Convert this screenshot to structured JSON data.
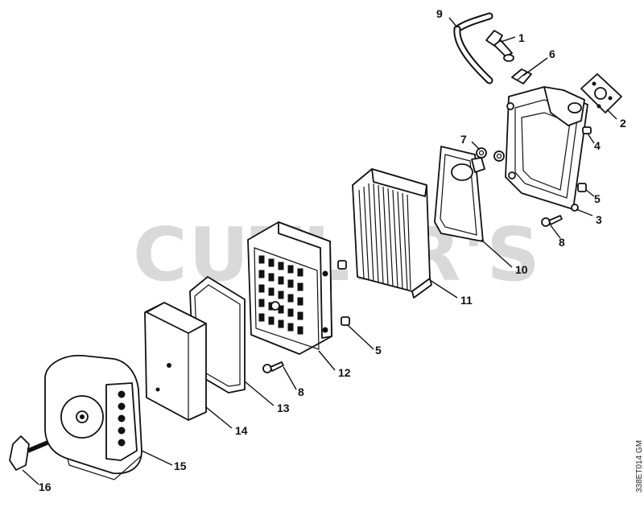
{
  "watermark": "CUTLER'S",
  "drawing_code": "338ET014 GM",
  "callouts": [
    {
      "id": "1",
      "label": "1"
    },
    {
      "id": "2",
      "label": "2"
    },
    {
      "id": "3",
      "label": "3"
    },
    {
      "id": "4",
      "label": "4"
    },
    {
      "id": "5a",
      "label": "5"
    },
    {
      "id": "5b",
      "label": "5"
    },
    {
      "id": "6",
      "label": "6"
    },
    {
      "id": "7",
      "label": "7"
    },
    {
      "id": "8a",
      "label": "8"
    },
    {
      "id": "8b",
      "label": "8"
    },
    {
      "id": "9",
      "label": "9"
    },
    {
      "id": "10",
      "label": "10"
    },
    {
      "id": "11",
      "label": "11"
    },
    {
      "id": "12",
      "label": "12"
    },
    {
      "id": "13",
      "label": "13"
    },
    {
      "id": "14",
      "label": "14"
    },
    {
      "id": "15",
      "label": "15"
    },
    {
      "id": "16",
      "label": "16"
    }
  ]
}
